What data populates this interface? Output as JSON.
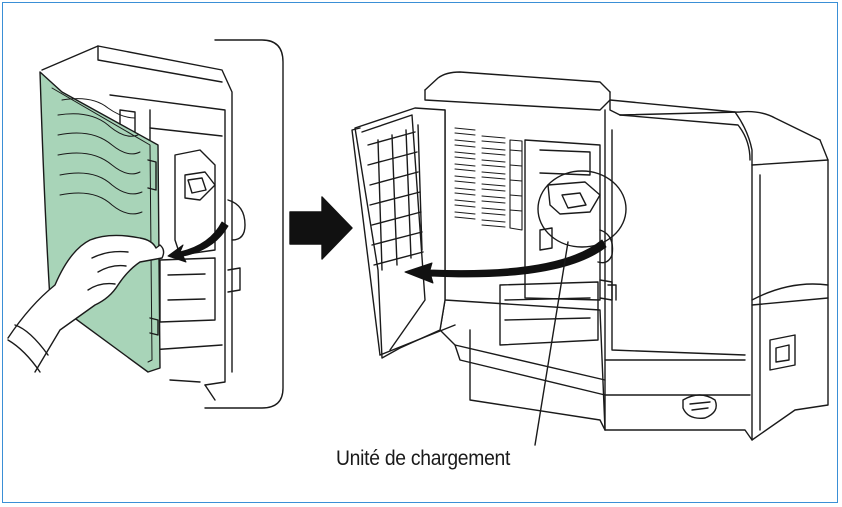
{
  "figure": {
    "callout_label": "Unité de chargement",
    "colors": {
      "frame_border": "#3a8fd6",
      "cover_fill": "#a8d4b8",
      "line": "#1a1a1a",
      "arrow": "#111111"
    },
    "panels": [
      {
        "name": "left-panel",
        "depicts": "hand pulling open green side cover of printer"
      },
      {
        "name": "right-panel",
        "depicts": "side cover fully open, feeder unit latch circled"
      }
    ],
    "icons": [
      "right-arrow-icon",
      "curved-arrow-icon",
      "hand-icon"
    ]
  }
}
